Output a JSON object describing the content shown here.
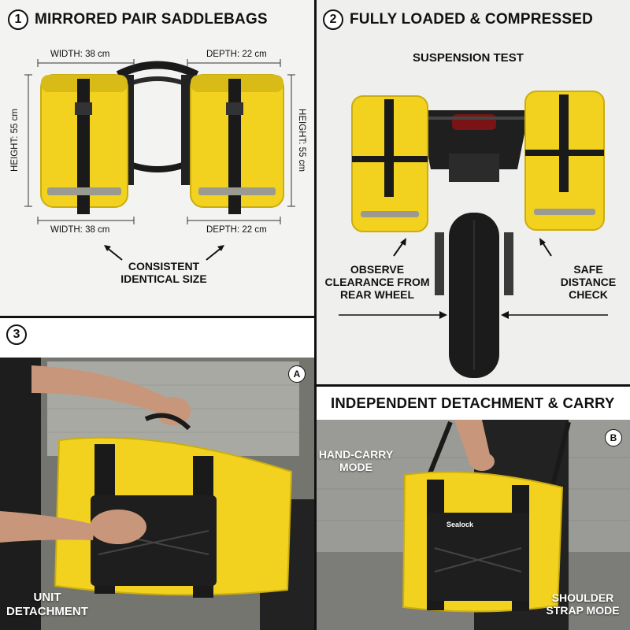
{
  "panel1": {
    "number": "1",
    "title": "MIRRORED PAIR SADDLEBAGS",
    "width_top": "WIDTH: 38 cm",
    "depth_top": "DEPTH: 22 cm",
    "height_left": "HEIGHT: 55 cm",
    "height_right": "HEIGHT: 55 cm",
    "width_bottom": "WIDTH: 38 cm",
    "depth_bottom": "DEPTH: 22 cm",
    "caption_line1": "CONSISTENT",
    "caption_line2": "IDENTICAL SIZE"
  },
  "panel2": {
    "number": "2",
    "title": "FULLY LOADED & COMPRESSED",
    "subtitle": "SUSPENSION TEST",
    "left_line1": "OBSERVE",
    "left_line2": "CLEARANCE FROM",
    "left_line3": "REAR WHEEL",
    "right_line1": "SAFE",
    "right_line2": "DISTANCE",
    "right_line3": "CHECK"
  },
  "panel3": {
    "number": "3",
    "badge": "A",
    "caption_line1": "UNIT",
    "caption_line2": "DETACHMENT"
  },
  "panel4": {
    "title": "INDEPENDENT DETACHMENT & CARRY",
    "badge": "B",
    "hand_line1": "HAND-CARRY",
    "hand_line2": "MODE",
    "shoulder_line1": "SHOULDER",
    "shoulder_line2": "STRAP MODE",
    "brand": "Sealock"
  },
  "colors": {
    "bag_yellow": "#f2d21f",
    "strap_black": "#1a1a1a",
    "reflective": "#9a9a90"
  }
}
